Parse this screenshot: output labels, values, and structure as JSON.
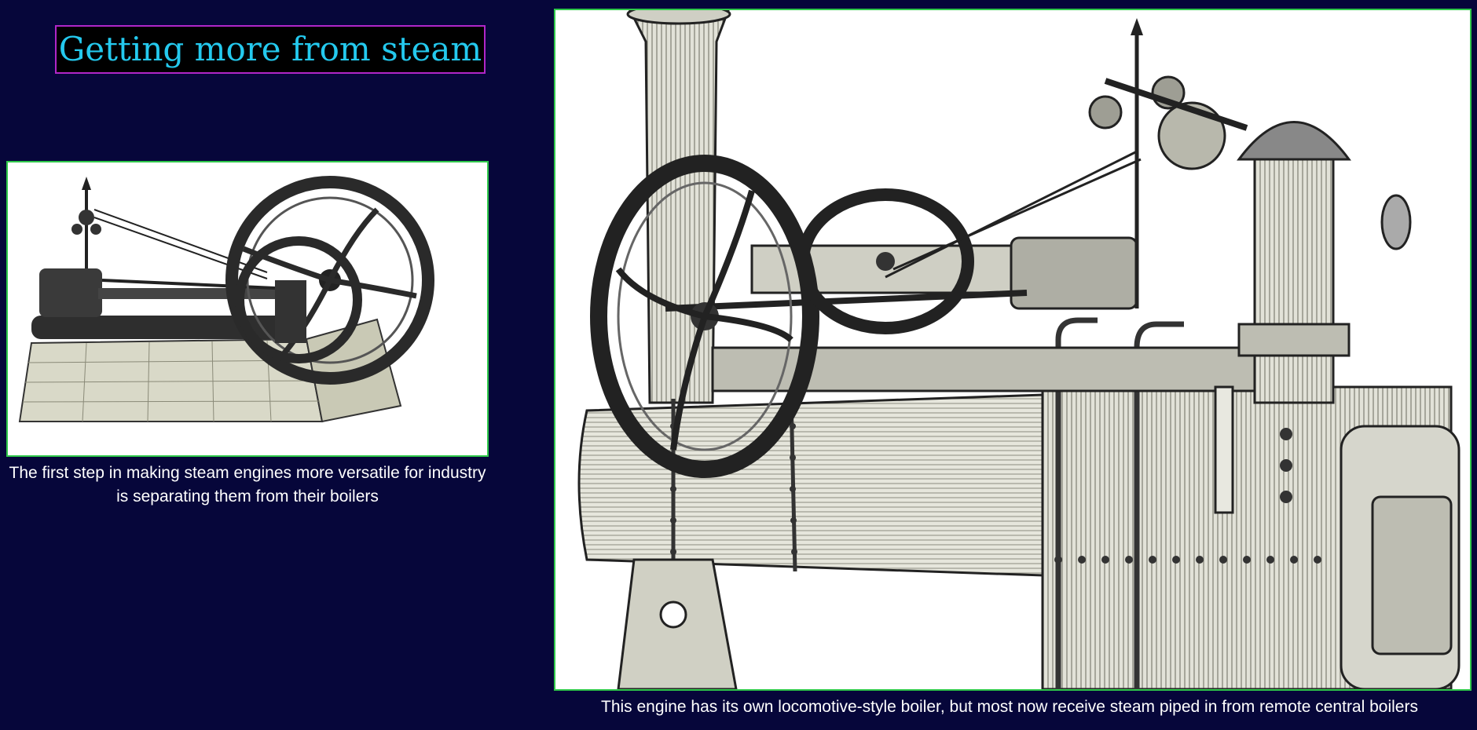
{
  "slide": {
    "title": "Getting more from steam",
    "left_caption": "The first step in making steam engines more versatile for industry is separating them from their boilers",
    "right_caption": "This engine has its own locomotive-style boiler, but most now receive steam piped in from remote central boilers"
  },
  "colors": {
    "background": "#06063a",
    "title_text": "#24c9ee",
    "title_border": "#b026c8",
    "image_border": "#2fc84a",
    "caption_text": "#ffffff"
  },
  "images": {
    "left": "stationary-steam-engine-engraving",
    "right": "portable-steam-engine-with-boiler-engraving"
  }
}
